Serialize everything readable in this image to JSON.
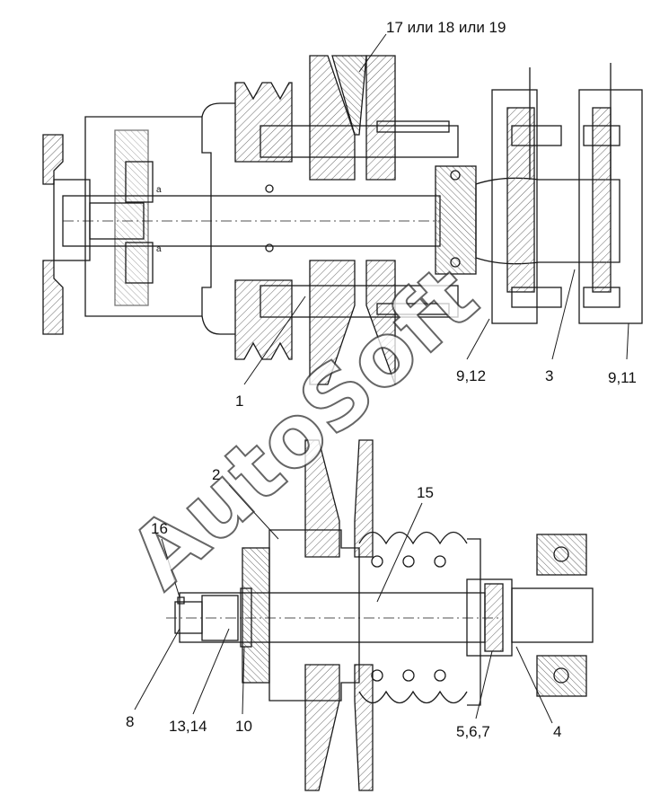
{
  "drawing": {
    "callouts": {
      "pulley_options": "17 или 18 или 19",
      "c_1": "1",
      "c_9_12": "9,12",
      "c_3": "3",
      "c_9_11": "9,11",
      "c_2": "2",
      "c_15": "15",
      "c_16": "16",
      "c_8": "8",
      "c_13_14": "13,14",
      "c_10": "10",
      "c_5_6_7": "5,6,7",
      "c_4": "4"
    },
    "bearing_mark_top": "a",
    "bearing_mark_bottom": "a"
  },
  "watermark": {
    "text": "AutoSoft"
  },
  "colors": {
    "line": "#1a1a1a",
    "hatch": "#555555",
    "paper": "#ffffff",
    "watermark_stroke": "#333333"
  }
}
